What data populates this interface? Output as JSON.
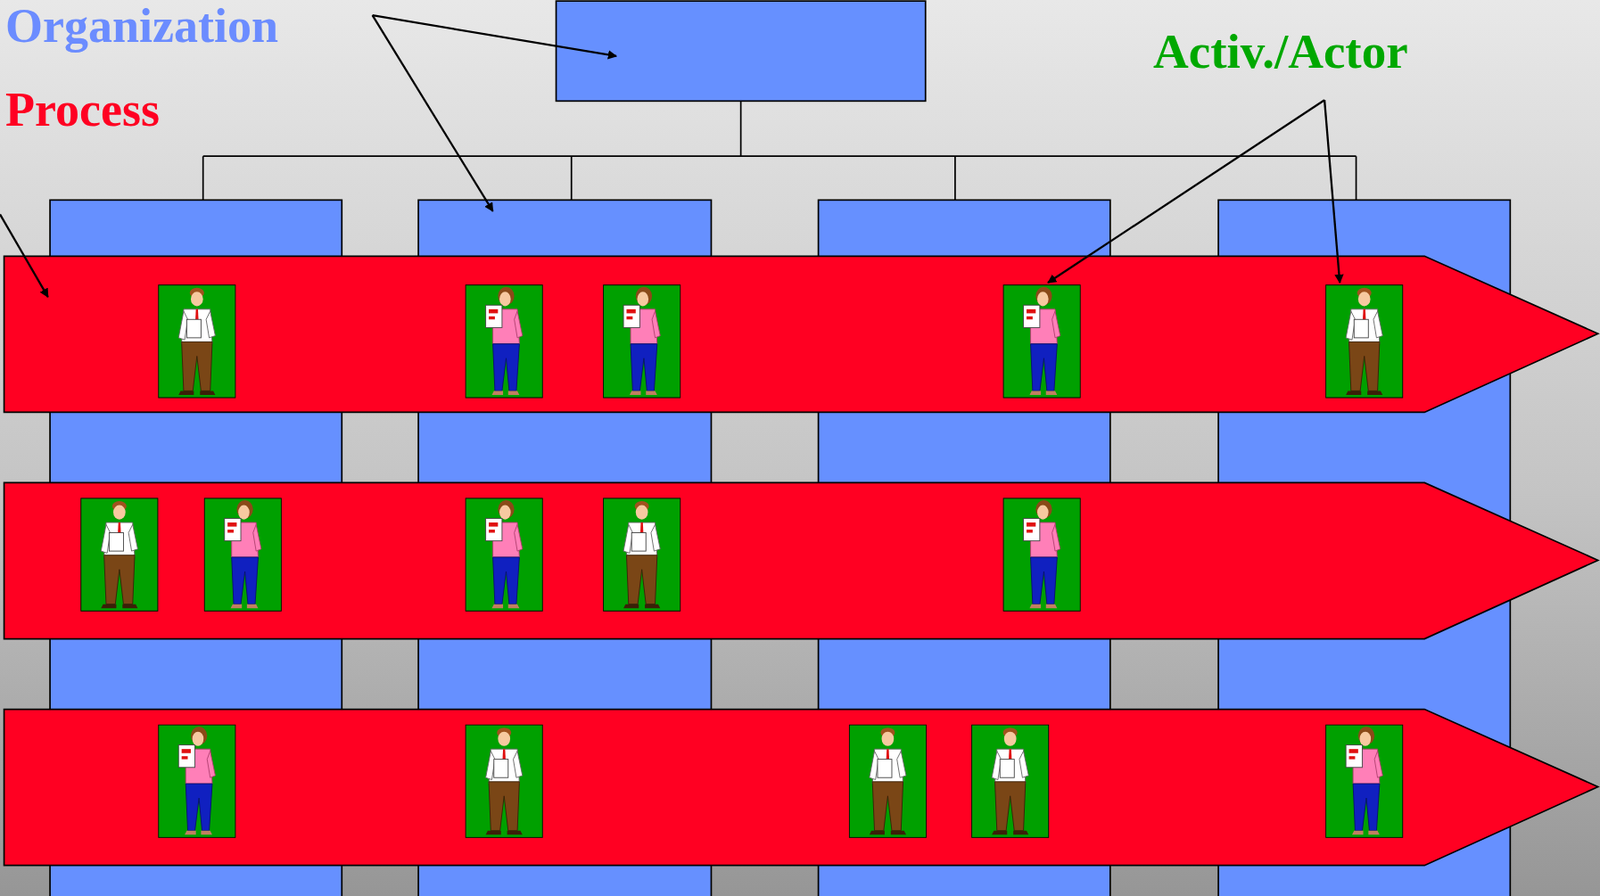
{
  "diagram": {
    "labels": [
      "Organization",
      "Process",
      "Activ./Actor"
    ]
  }
}
